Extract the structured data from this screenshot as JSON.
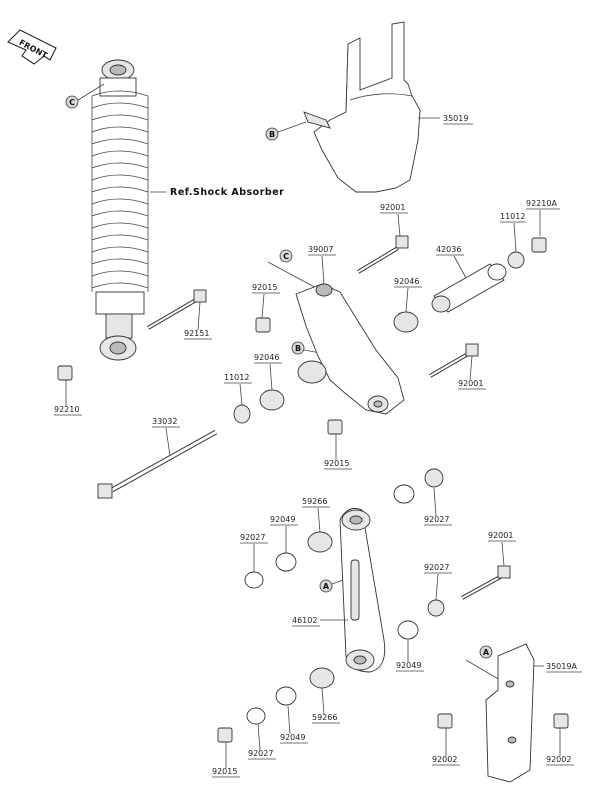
{
  "direction_label": "FRONT",
  "reference_label": "Ref.Shock Absorber",
  "callouts": [
    "A",
    "B",
    "C"
  ],
  "parts": [
    {
      "id": "p35019",
      "number": "35019"
    },
    {
      "id": "p92001a",
      "number": "92001"
    },
    {
      "id": "p92210a",
      "number": "92210A"
    },
    {
      "id": "p11012a",
      "number": "11012"
    },
    {
      "id": "p39007",
      "number": "39007"
    },
    {
      "id": "p42036",
      "number": "42036"
    },
    {
      "id": "p92046a",
      "number": "92046"
    },
    {
      "id": "p92015a",
      "number": "92015"
    },
    {
      "id": "p92151",
      "number": "92151"
    },
    {
      "id": "p92046b",
      "number": "92046"
    },
    {
      "id": "p11012b",
      "number": "11012"
    },
    {
      "id": "p92001b",
      "number": "92001"
    },
    {
      "id": "p92210",
      "number": "92210"
    },
    {
      "id": "p33032",
      "number": "33032"
    },
    {
      "id": "p92015b",
      "number": "92015"
    },
    {
      "id": "p59266a",
      "number": "59266"
    },
    {
      "id": "p92049a",
      "number": "92049"
    },
    {
      "id": "p92027a",
      "number": "92027"
    },
    {
      "id": "p92027b",
      "number": "92027"
    },
    {
      "id": "p92001c",
      "number": "92001"
    },
    {
      "id": "p92027c",
      "number": "92027"
    },
    {
      "id": "p46102",
      "number": "46102"
    },
    {
      "id": "p92049b",
      "number": "92049"
    },
    {
      "id": "p35019a",
      "number": "35019A"
    },
    {
      "id": "p59266b",
      "number": "59266"
    },
    {
      "id": "p92049c",
      "number": "92049"
    },
    {
      "id": "p92027d",
      "number": "92027"
    },
    {
      "id": "p92015c",
      "number": "92015"
    },
    {
      "id": "p92002a",
      "number": "92002"
    },
    {
      "id": "p92002b",
      "number": "92002"
    }
  ]
}
